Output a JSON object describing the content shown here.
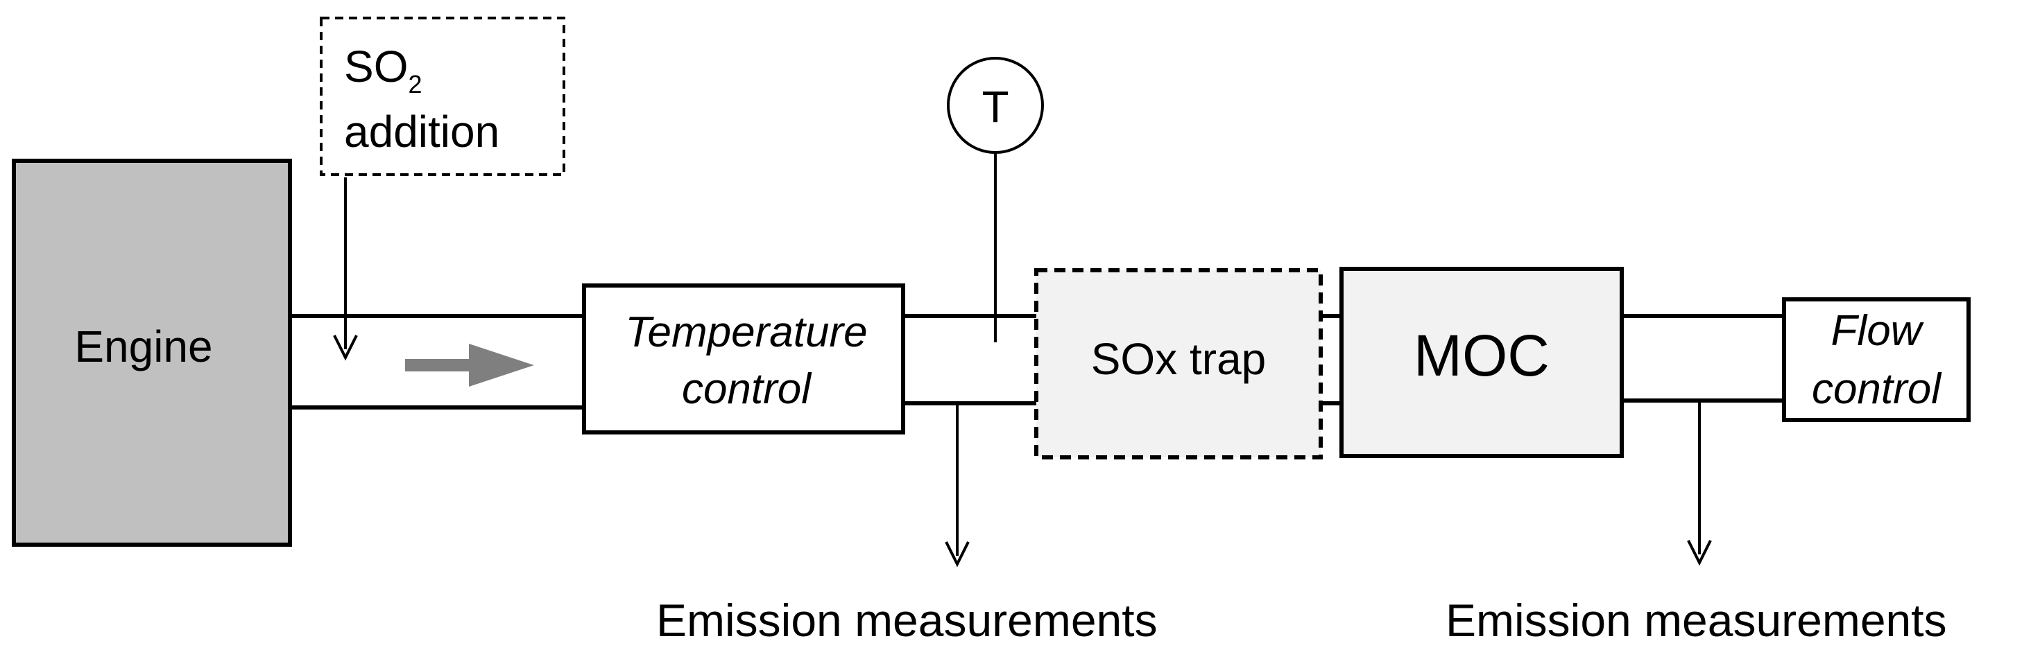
{
  "colors": {
    "line": "#000000",
    "engine_fill": "#c0c0c0",
    "moc_fill": "#f2f2f2",
    "trap_fill": "#f2f2f2",
    "flow_arrow": "#7f7f7f",
    "box_fill": "#ffffff"
  },
  "engine": {
    "label": "Engine"
  },
  "so2_addition": {
    "prefix": "SO",
    "subscript": "2",
    "line2": "addition"
  },
  "temperature_control": {
    "line1": "Temperature",
    "line2": "control"
  },
  "temperature_sensor": {
    "label": "T"
  },
  "sox_trap": {
    "label": "SOx trap"
  },
  "moc": {
    "label": "MOC"
  },
  "flow_control": {
    "line1": "Flow",
    "line2": "control"
  },
  "emission_measurements": [
    {
      "label": "Emission measurements"
    },
    {
      "label": "Emission measurements"
    }
  ]
}
